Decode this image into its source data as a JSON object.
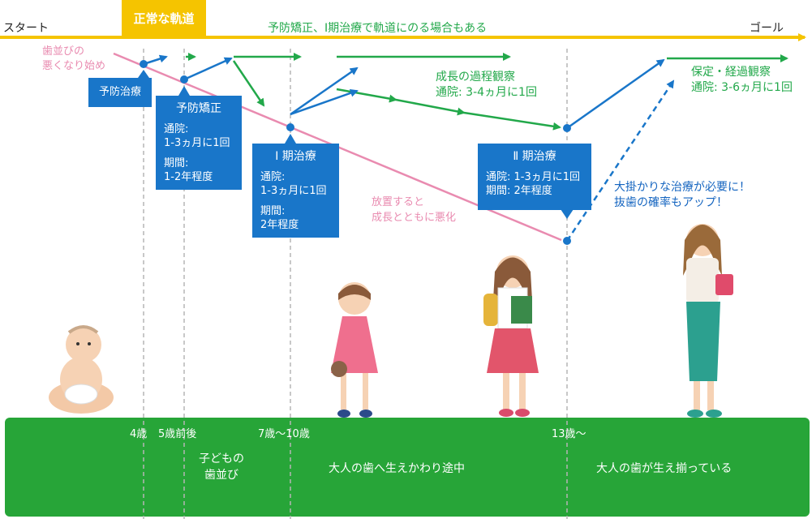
{
  "header": {
    "start": "スタート",
    "goal": "ゴール",
    "normal_track": "正常な軌道",
    "message": "予防矯正、Ⅰ期治療で軌道にのる場合もある"
  },
  "pink_labels": {
    "begin_line1": "歯並びの",
    "begin_line2": "悪くなり始め",
    "neglect_line1": "放置すると",
    "neglect_line2": "成長とともに悪化"
  },
  "boxes": {
    "prevent": {
      "title": "予防治療"
    },
    "prevent_ortho": {
      "title": "予防矯正",
      "l1": "通院:",
      "l2": "1-3ヵ月に1回",
      "l3": "期間:",
      "l4": "1-2年程度"
    },
    "phase1": {
      "title": "Ⅰ 期治療",
      "l1": "通院:",
      "l2": "1-3ヵ月に1回",
      "l3": "期間:",
      "l4": "2年程度"
    },
    "phase2": {
      "title": "Ⅱ 期治療",
      "l1": "通院: 1-3ヵ月に1回",
      "l2": "期間: 2年程度"
    }
  },
  "green_labels": {
    "growth_title": "成長の過程観察",
    "growth_visit": "通院: 3-4ヵ月に1回",
    "retain_title": "保定・経過観察",
    "retain_visit": "通院: 3-6ヵ月に1回"
  },
  "blue_note": {
    "line1": "大掛かりな治療が必要に！",
    "line2": "抜歯の確率もアップ！"
  },
  "ages": {
    "age4": "4歳",
    "age5": "5歳前後",
    "age7": "7歳〜10歳",
    "age13": "13歳〜"
  },
  "stages": {
    "child_line1": "子どもの",
    "child_line2": "歯並び",
    "mixed": "大人の歯へ生えかわり途中",
    "adult": "大人の歯が生え揃っている"
  },
  "colors": {
    "yellow": "#f5c400",
    "green": "#22a84a",
    "blue": "#1976c9",
    "pink": "#e98bb0",
    "band": "#27a538"
  }
}
